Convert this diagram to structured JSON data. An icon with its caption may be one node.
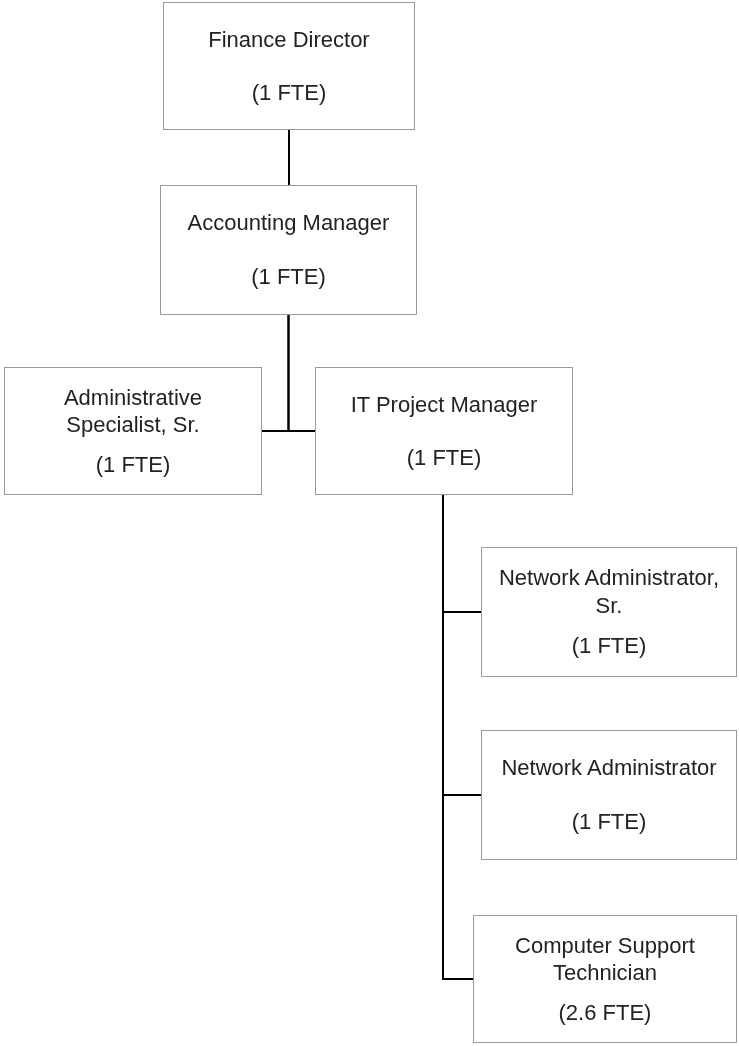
{
  "diagram": {
    "nodes": [
      {
        "text": [
          "Finance Director",
          "(1 FTE)"
        ]
      },
      {
        "text": [
          "Accounting Manager",
          "(1 FTE)"
        ]
      },
      {
        "text": [
          "Administrative Specialist, Sr.",
          "(1 FTE)"
        ]
      },
      {
        "text": [
          "IT Project Manager",
          "(1 FTE)"
        ]
      },
      {
        "text": [
          "Network Administrator, Sr.",
          "(1 FTE)"
        ]
      },
      {
        "text": [
          "Network Administrator",
          "(1 FTE)"
        ]
      },
      {
        "text": [
          "Computer Support Technician",
          "(2.6 FTE)"
        ]
      }
    ],
    "edges": [
      {
        "from": 0,
        "to": 1,
        "arrow": "none"
      },
      {
        "from": 1,
        "to": 2,
        "arrow": "none"
      },
      {
        "from": 1,
        "to": 3,
        "arrow": "none"
      },
      {
        "from": 3,
        "to": 4,
        "arrow": "none"
      },
      {
        "from": 3,
        "to": 5,
        "arrow": "none"
      },
      {
        "from": 3,
        "to": 6,
        "arrow": "none"
      }
    ]
  }
}
